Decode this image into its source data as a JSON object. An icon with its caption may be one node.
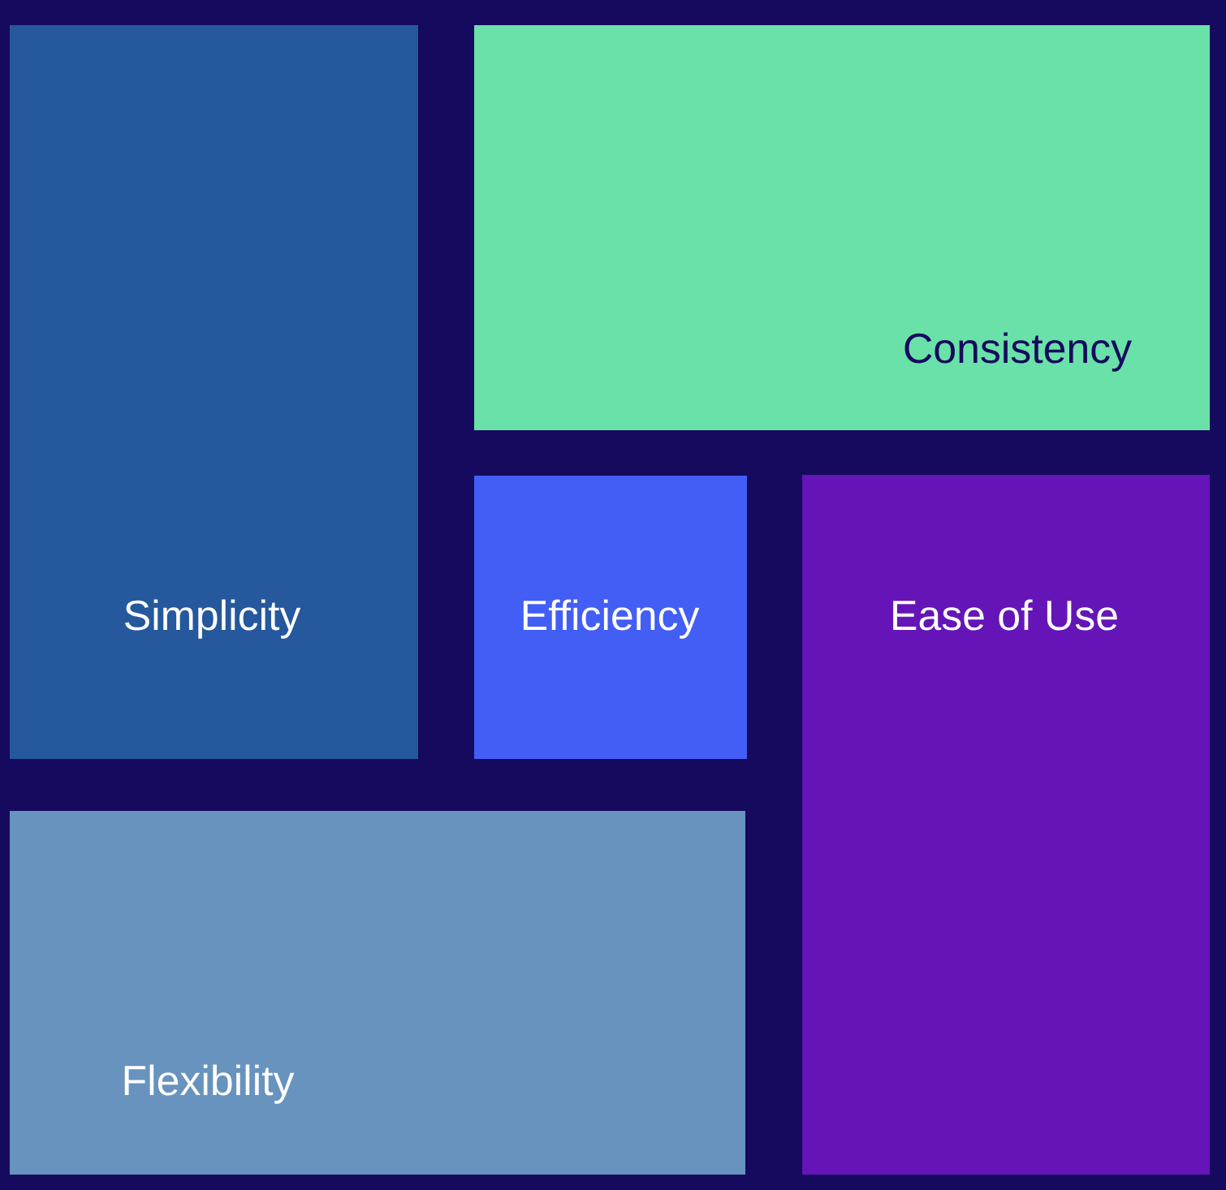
{
  "diagram": {
    "nodes": [
      {
        "text": [
          "Simplicity"
        ]
      },
      {
        "text": [
          "Consistency"
        ]
      },
      {
        "text": [
          "Efficiency"
        ]
      },
      {
        "text": [
          "Ease of Use"
        ]
      },
      {
        "text": [
          "Flexibility"
        ]
      }
    ]
  }
}
